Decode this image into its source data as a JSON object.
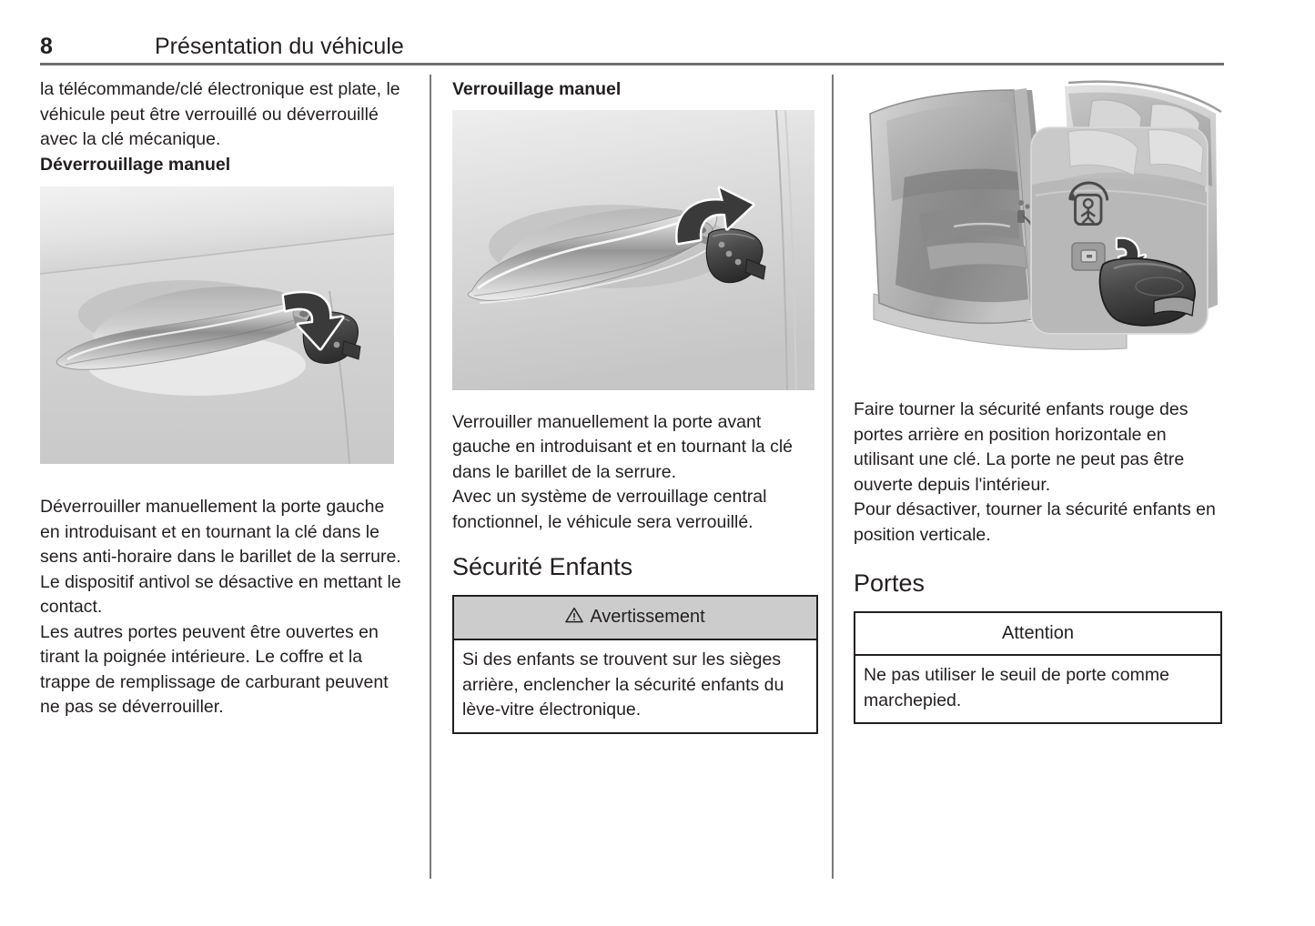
{
  "header": {
    "page_number": "8",
    "chapter_title": "Présentation du véhicule"
  },
  "columns": {
    "left": {
      "intro_paragraph": "la télécommande/clé électronique est plate, le véhicule peut être verrouillé ou déverrouillé avec la clé mécanique.",
      "subheading": "Déverrouillage manuel",
      "figure": {
        "name": "door-handle-key-unlock-illustration",
        "caption": "",
        "alt": "Poignée de porte avec clé et flèche vers le bas"
      },
      "paragraph_1": "Déverrouiller manuellement la porte gauche en introduisant et en tournant la clé dans le sens anti-horaire dans le barillet de la serrure.",
      "paragraph_2": "Le dispositif antivol se désactive en mettant le contact.",
      "paragraph_3": "Les autres portes peuvent être ouvertes en tirant la poignée intérieure. Le coffre et la trappe de remplissage de carburant peuvent ne pas se déverrouiller."
    },
    "middle": {
      "subheading": "Verrouillage manuel",
      "figure": {
        "name": "door-handle-key-lock-illustration",
        "alt": "Poignée de porte avec clé et flèche vers le haut"
      },
      "paragraph_1": "Verrouiller manuellement la porte avant gauche en introduisant et en tournant la clé dans le barillet de la serrure.",
      "paragraph_2": "Avec un système de verrouillage central fonctionnel, le véhicule sera verrouillé.",
      "section_title": "Sécurité Enfants",
      "warning_box": {
        "icon": "warning-triangle-icon",
        "title": "Avertissement",
        "body": "Si des enfants se trouvent sur les sièges arrière, enclencher la sécurité enfants du lève-vitre électronique."
      }
    },
    "right": {
      "figure": {
        "name": "rear-door-child-lock-illustration",
        "alt": "Porte arrière ouverte avec encart détaillant la sécurité enfants"
      },
      "paragraph_1": "Faire tourner la sécurité enfants rouge des portes arrière en position horizontale en utilisant une clé. La porte ne peut pas être ouverte depuis l'intérieur.",
      "paragraph_2": "Pour désactiver, tourner la sécurité enfants en position verticale.",
      "section_title": "Portes",
      "caution_box": {
        "title": "Attention",
        "body": "Ne pas utiliser le seuil de porte comme marchepied."
      }
    }
  },
  "colors": {
    "text": "#231f20",
    "rule": "#6e6e6e",
    "notice_header_bg": "#cccccc",
    "figure_bg": "#d4d4d4"
  }
}
